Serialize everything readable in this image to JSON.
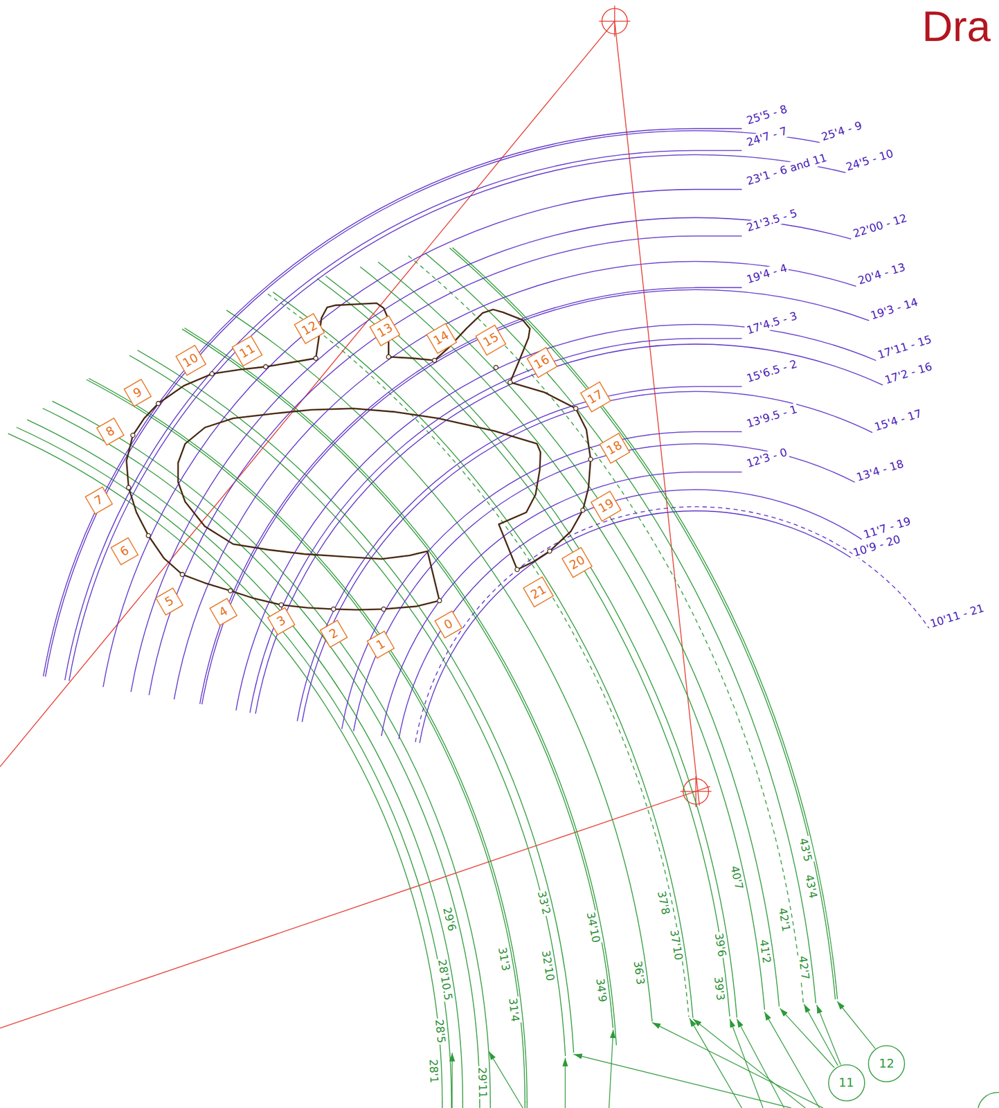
{
  "diagram": {
    "title": "Dra",
    "nodes": [
      {
        "text": [
          "0"
        ]
      },
      {
        "text": [
          "1"
        ]
      },
      {
        "text": [
          "2"
        ]
      },
      {
        "text": [
          "3"
        ]
      },
      {
        "text": [
          "4"
        ]
      },
      {
        "text": [
          "5"
        ]
      },
      {
        "text": [
          "6"
        ]
      },
      {
        "text": [
          "7"
        ]
      },
      {
        "text": [
          "8"
        ]
      },
      {
        "text": [
          "9"
        ]
      },
      {
        "text": [
          "10"
        ]
      },
      {
        "text": [
          "11"
        ]
      },
      {
        "text": [
          "12"
        ]
      },
      {
        "text": [
          "13"
        ]
      },
      {
        "text": [
          "14"
        ]
      },
      {
        "text": [
          "15"
        ]
      },
      {
        "text": [
          "16"
        ]
      },
      {
        "text": [
          "17"
        ]
      },
      {
        "text": [
          "18"
        ]
      },
      {
        "text": [
          "19"
        ]
      },
      {
        "text": [
          "20"
        ]
      },
      {
        "text": [
          "21"
        ]
      },
      {
        "text": [
          "11"
        ]
      },
      {
        "text": [
          "12"
        ]
      }
    ],
    "labels": [
      "25'5 - 8",
      "24'7 - 7",
      "25'4 - 9",
      "23'1 - 6 and 11",
      "24'5 - 10",
      "21'3.5 - 5",
      "22'00 - 12",
      "19'4 - 4",
      "20'4 - 13",
      "19'3 - 14",
      "17'4.5 - 3",
      "17'11 - 15",
      "17'2 - 16",
      "15'6.5 - 2",
      "15'4 - 17",
      "13'9.5 - 1",
      "12'3 - 0",
      "13'4 - 18",
      "11'7 - 19",
      "10'9 - 20",
      "10'11 - 21",
      "43'5",
      "43'4",
      "40'7",
      "42'1",
      "37'8",
      "37'10",
      "39'6",
      "41'2",
      "42'7",
      "39'3",
      "33'2",
      "34'10",
      "36'3",
      "34'9",
      "29'6",
      "31'3",
      "32'10",
      "28'10.5",
      "31'4",
      "28'5",
      "28'1",
      "29'11"
    ]
  }
}
